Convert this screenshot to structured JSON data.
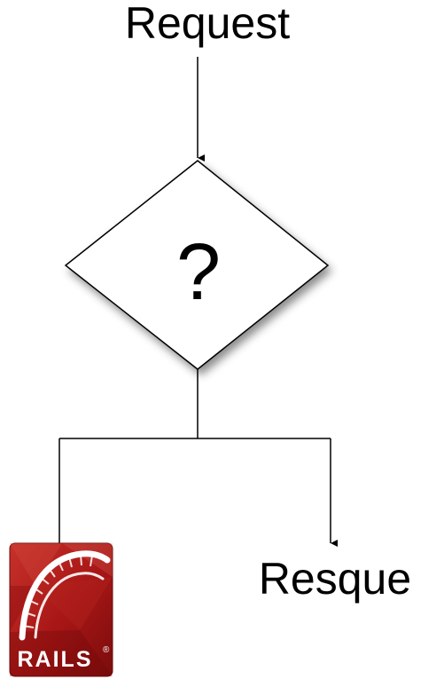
{
  "diagram": {
    "top_label": "Request",
    "decision_symbol": "?",
    "right_label": "Resque",
    "logo_text": "RAILS",
    "logo_mark": "®"
  },
  "colors": {
    "line": "#000000",
    "logo_red": "#b81c1c",
    "logo_dark": "#7e0f0f",
    "logo_text": "#ffffff"
  },
  "icons": {
    "left_target": "rails-logo-icon"
  }
}
